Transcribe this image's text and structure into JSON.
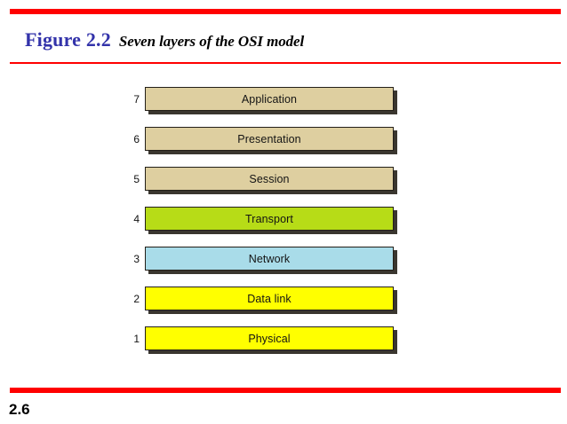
{
  "slide": {
    "page_number": "2.6",
    "background_color": "#FFFFFF",
    "rule_color": "#FF0000"
  },
  "title": {
    "figure_label": "Figure 2.2",
    "figure_label_color": "#3333AA",
    "caption": "Seven layers of the OSI model",
    "caption_color": "#000000"
  },
  "diagram": {
    "type": "osi-seven-layer-stack",
    "layers": [
      {
        "number": "7",
        "name": "Application",
        "fill": "#DECFA0",
        "text_color": "#141414"
      },
      {
        "number": "6",
        "name": "Presentation",
        "fill": "#DECFA0",
        "text_color": "#141414"
      },
      {
        "number": "5",
        "name": "Session",
        "fill": "#DECFA0",
        "text_color": "#141414"
      },
      {
        "number": "4",
        "name": "Transport",
        "fill": "#B7DC17",
        "text_color": "#141414"
      },
      {
        "number": "3",
        "name": "Network",
        "fill": "#A9DCE9",
        "text_color": "#141414"
      },
      {
        "number": "2",
        "name": "Data link",
        "fill": "#FFFF00",
        "text_color": "#141414"
      },
      {
        "number": "1",
        "name": "Physical",
        "fill": "#FFFF00",
        "text_color": "#141414"
      }
    ],
    "border_color": "#231F18",
    "shadow_color": "#3A362F"
  }
}
